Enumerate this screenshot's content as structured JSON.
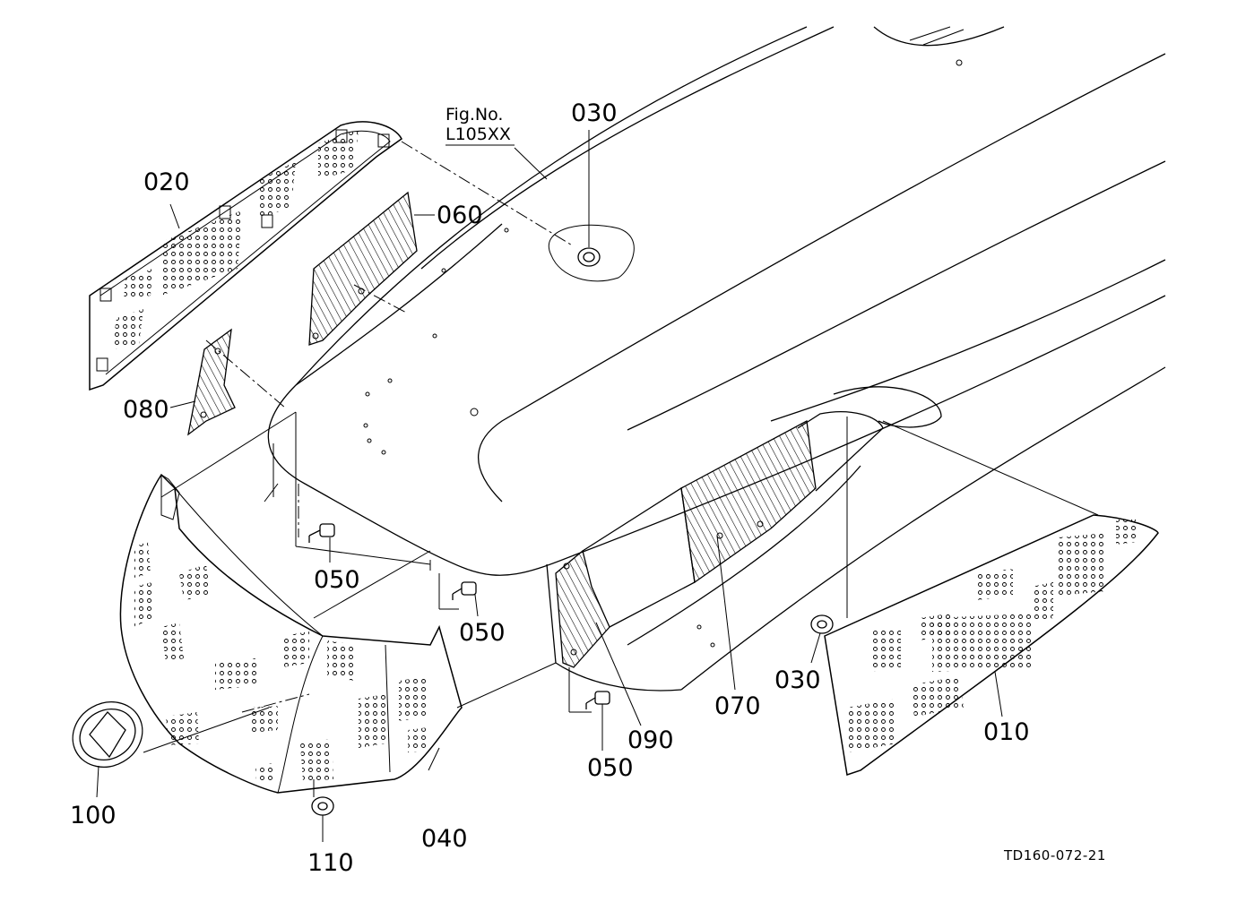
{
  "figure": {
    "reference_line1": "Fig.No.",
    "reference_line2": "L105XX",
    "drawing_code": "TD160-072-21"
  },
  "parts": {
    "p010": "010",
    "p020": "020",
    "p030_top": "030",
    "p030_right": "030",
    "p040": "040",
    "p050_left": "050",
    "p050_center": "050",
    "p050_bottom": "050",
    "p060": "060",
    "p070": "070",
    "p080": "080",
    "p090": "090",
    "p100": "100",
    "p110": "110"
  }
}
